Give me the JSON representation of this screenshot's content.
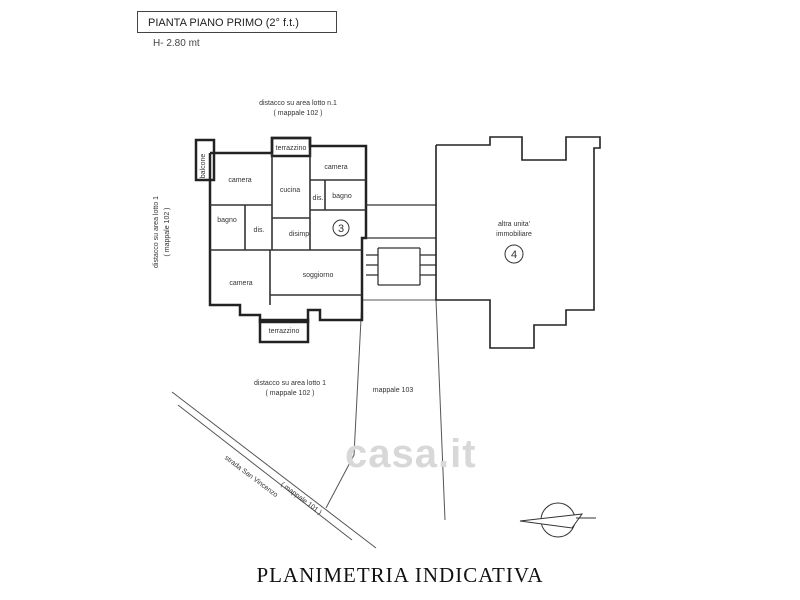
{
  "header": {
    "title": "PIANTA PIANO PRIMO (2° f.t.)",
    "height": "H- 2.80 mt"
  },
  "labels": {
    "top_setback_1": "distacco su area lotto n.1",
    "top_setback_2": "( mappale 102 )",
    "left_setback_1": "distacco su area  lotto 1",
    "left_setback_2": "( mappale 102 )",
    "bottom_setback_1": "distacco su area lotto 1",
    "bottom_setback_2": "( mappale 102 )",
    "parcel_103": "mappale 103",
    "street_1": "strada San Vincenzo",
    "street_2": "( mappale  101 )",
    "other_unit_1": "altra unita'",
    "other_unit_2": "immobiliare"
  },
  "rooms": {
    "balcone": "balcone",
    "terrazzino_top": "terrazzino",
    "camera_tl": "camera",
    "cucina": "cucina",
    "camera_tr": "camera",
    "bagno_r": "bagno",
    "dis_r": "dis.",
    "bagno_l": "bagno",
    "dis_l": "dis.",
    "disimp": "disimp.",
    "camera_bl": "camera",
    "soggiorno": "soggiorno",
    "terrazzino_bottom": "terrazzino"
  },
  "unit_numbers": {
    "unit_3": "3",
    "unit_4": "4"
  },
  "watermark": "casa.it",
  "footer": "PLANIMETRIA INDICATIVA"
}
